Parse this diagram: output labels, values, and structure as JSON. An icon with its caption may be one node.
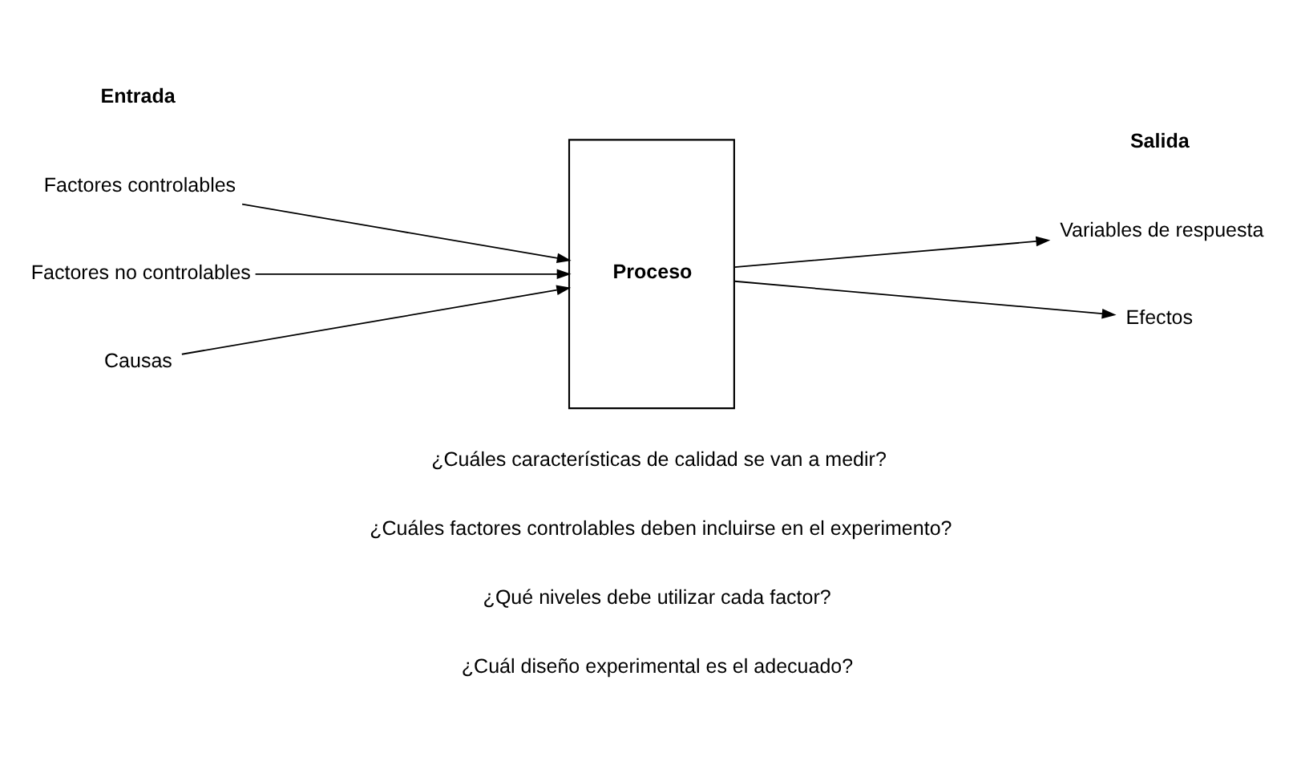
{
  "diagram": {
    "nodes": [
      {
        "text": [
          "Factores controlables"
        ]
      },
      {
        "text": [
          "Factores no controlables"
        ]
      },
      {
        "text": [
          "Causas"
        ]
      },
      {
        "text": [
          "Proceso"
        ]
      },
      {
        "text": [
          "Variables de respuesta"
        ]
      },
      {
        "text": [
          "Efectos"
        ]
      }
    ],
    "edges": [
      {
        "from": 0,
        "to": 3,
        "arrow": "to"
      },
      {
        "from": 1,
        "to": 3,
        "arrow": "to"
      },
      {
        "from": 2,
        "to": 3,
        "arrow": "to"
      },
      {
        "from": 3,
        "to": 4,
        "arrow": "to"
      },
      {
        "from": 3,
        "to": 5,
        "arrow": "to"
      }
    ],
    "labels": [
      "Entrada",
      "Salida",
      "¿Cuáles características de calidad se van a medir?",
      "¿Cuáles factores controlables deben incluirse en el experimento?",
      "¿Qué niveles debe utilizar cada factor?",
      "¿Cuál diseño experimental es el adecuado?"
    ]
  }
}
